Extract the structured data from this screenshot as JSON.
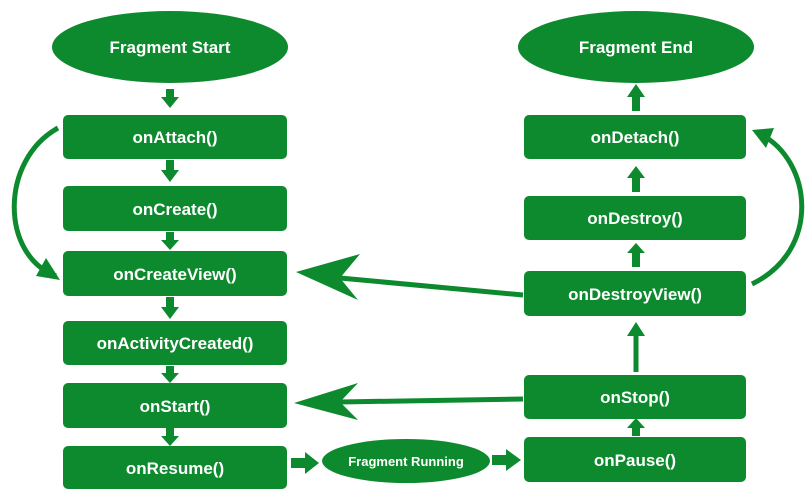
{
  "diagram": {
    "nodes": {
      "fragment_start": "Fragment Start",
      "fragment_end": "Fragment End",
      "fragment_running": "Fragment Running",
      "on_attach": "onAttach()",
      "on_create": "onCreate()",
      "on_create_view": "onCreateView()",
      "on_activity_created": "onActivityCreated()",
      "on_start": "onStart()",
      "on_resume": "onResume()",
      "on_pause": "onPause()",
      "on_stop": "onStop()",
      "on_destroy_view": "onDestroyView()",
      "on_destroy": "onDestroy()",
      "on_detach": "onDetach()"
    },
    "colors": {
      "node_fill": "#0e8a2e",
      "arrow": "#0e8a2e",
      "text": "#ffffff",
      "background": "#ffffff"
    }
  }
}
